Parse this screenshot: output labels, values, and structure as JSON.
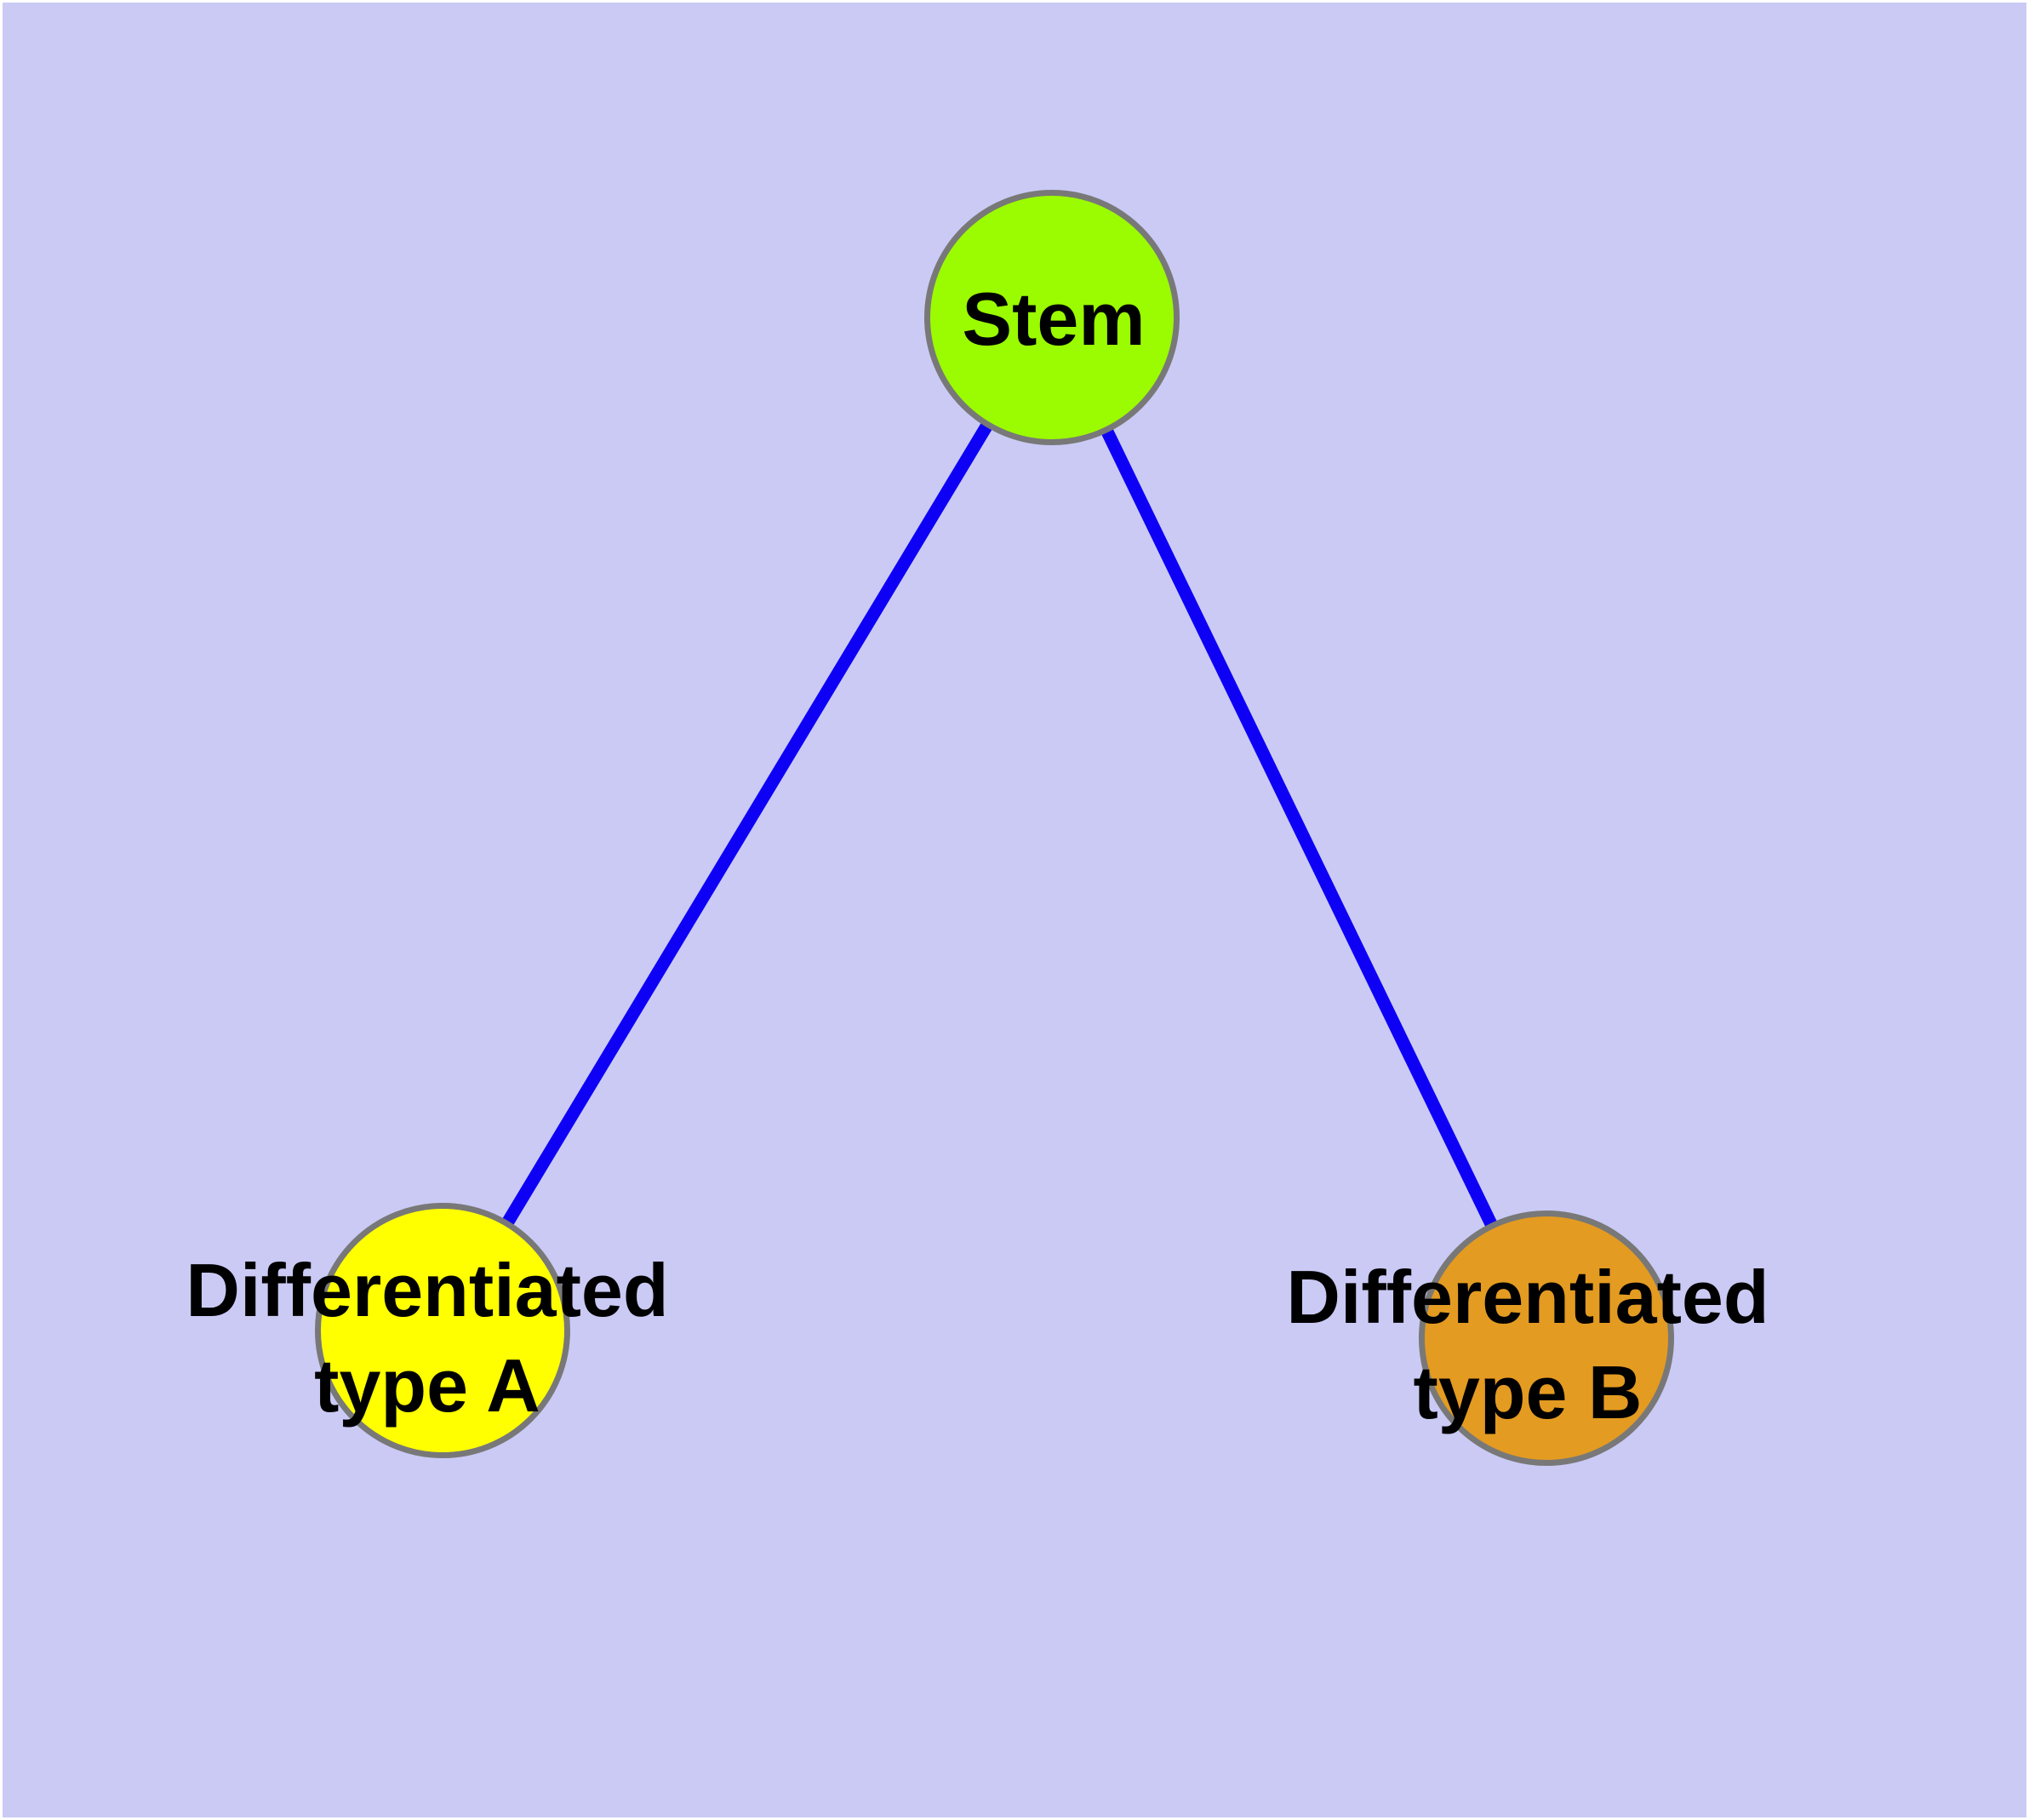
{
  "diagram": {
    "background_color": "#CACAF5",
    "margin_color": "#FFFFFF",
    "text_color": "#000000",
    "node_border_color": "#787878",
    "edge_color": "#0D00F5",
    "nodes": [
      {
        "id": "stem",
        "label": "Stem",
        "fill": "#9BFB00"
      },
      {
        "id": "differentiated-type-a",
        "label": "Differentiated type A",
        "label_line1": "Differentiated",
        "label_line2": "type A",
        "fill": "#FFFF00"
      },
      {
        "id": "differentiated-type-b",
        "label": "Differentiated type B",
        "label_line1": "Differentiated",
        "label_line2": "type B",
        "fill": "#E49B21"
      }
    ],
    "edges": [
      {
        "from": "Stem",
        "to": "Differentiated type A"
      },
      {
        "from": "Stem",
        "to": "Differentiated type B"
      }
    ]
  }
}
